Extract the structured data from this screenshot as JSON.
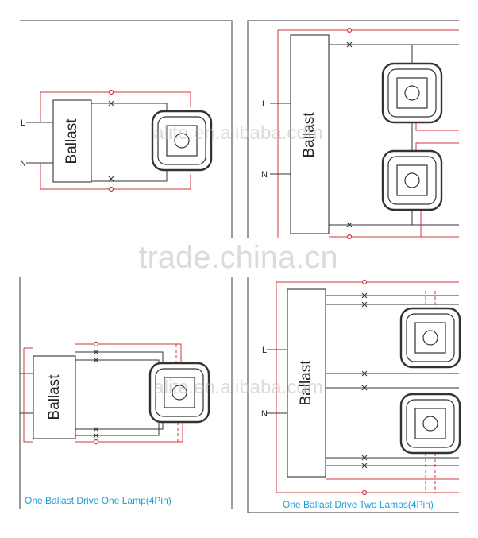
{
  "diagrams": [
    {
      "ballast_label": "Ballast",
      "l_label": "L",
      "n_label": "N",
      "caption": ""
    },
    {
      "ballast_label": "Ballast",
      "l_label": "L",
      "n_label": "N",
      "caption": ""
    },
    {
      "ballast_label": "Ballast",
      "l_label": "",
      "n_label": "",
      "caption": "One Ballast Drive One Lamp(4Pin)"
    },
    {
      "ballast_label": "Ballast",
      "l_label": "L",
      "n_label": "N",
      "caption": "One Ballast Drive Two Lamps(4Pin)"
    }
  ],
  "watermarks": {
    "center": "trade.china.cn",
    "alite_top": "alite.en.alibaba.com",
    "alite_bottom": "alite.en.alibaba.com"
  },
  "colors": {
    "wire_red": "#d0353f",
    "wire_black": "#333333",
    "caption_blue": "#1aa0d8"
  }
}
